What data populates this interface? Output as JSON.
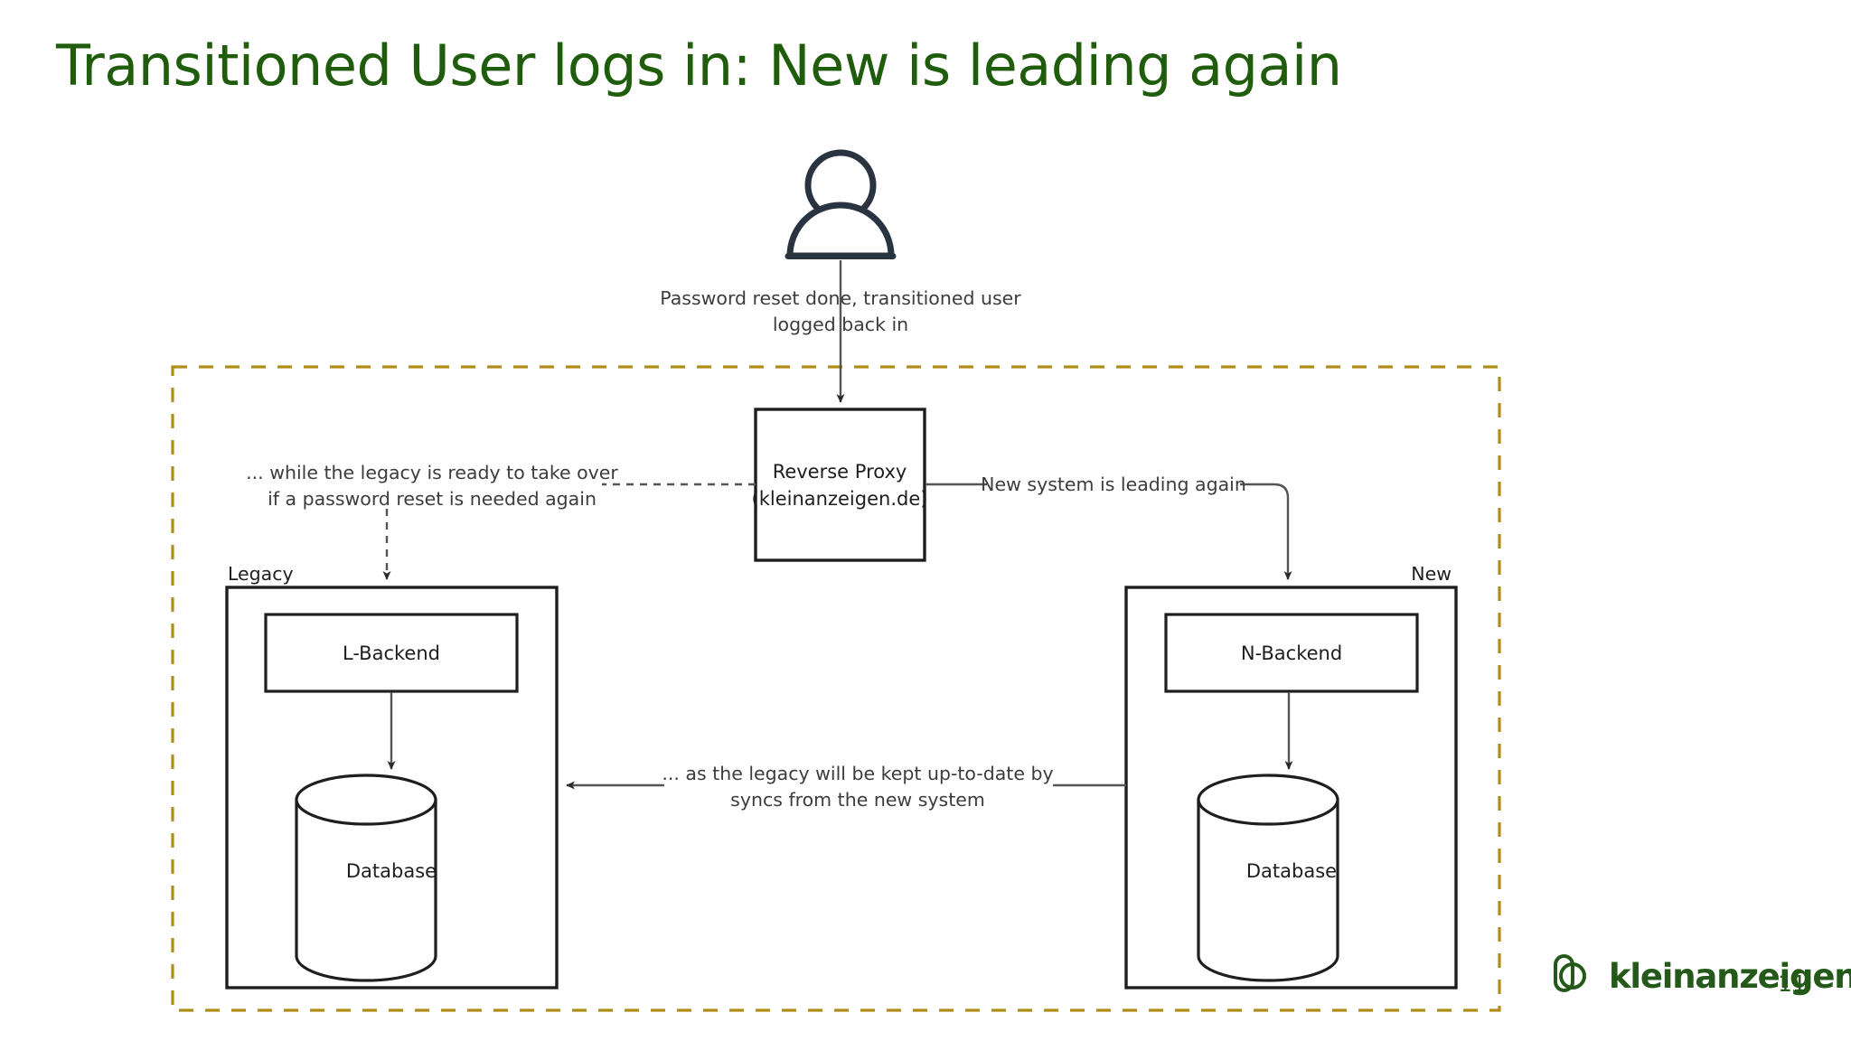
{
  "slide": {
    "title": "Transitioned User logs in: New is leading again",
    "title_color": "#1f5c0c",
    "background": "#ffffff",
    "page_number": "11"
  },
  "brand": {
    "wordmark": "kleinanzeigen",
    "color": "#24591a",
    "logo_icon": "kleinanzeigen-logo-icon"
  },
  "boundary": {
    "name": "system-boundary",
    "style": "dashed",
    "color": "#b08d18"
  },
  "actor": {
    "icon": "user-person-icon",
    "stroke": "#2a3440",
    "message_line1": "Password reset done, transitioned user",
    "message_line2": "logged back in"
  },
  "nodes": {
    "reverse_proxy": {
      "line1": "Reverse Proxy",
      "line2": "(kleinanzeigen.de)"
    },
    "legacy_group": {
      "label": "Legacy",
      "backend": "L-Backend",
      "database": "Database"
    },
    "new_group": {
      "label": "New",
      "backend": "N-Backend",
      "database": "Database"
    }
  },
  "edges": {
    "proxy_to_legacy": {
      "line1": "... while the legacy is ready to take over",
      "line2": "if a password reset is needed again",
      "style": "dashed"
    },
    "proxy_to_new": {
      "label": "New system is leading again",
      "style": "solid"
    },
    "new_to_legacy_sync": {
      "line1": "... as the legacy will be kept up-to-date by",
      "line2": "syncs from the new system",
      "style": "solid"
    }
  }
}
